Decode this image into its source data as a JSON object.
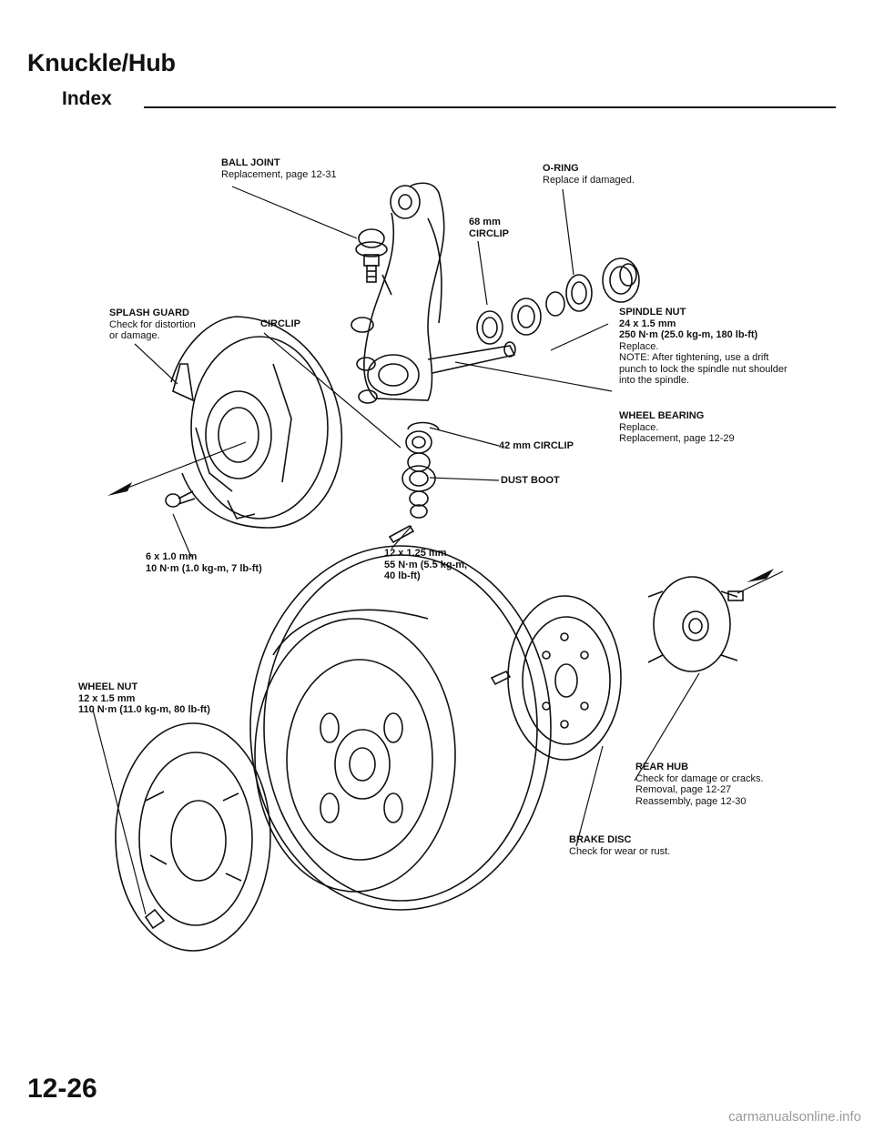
{
  "page": {
    "title": "Knuckle/Hub",
    "subtitle": "Index",
    "page_number": "12-26",
    "watermark": "carmanualsonline.info"
  },
  "labels": {
    "ball_joint": {
      "heading": "BALL JOINT",
      "lines": [
        "Replacement, page 12-31"
      ]
    },
    "o_ring": {
      "heading": "O-RING",
      "lines": [
        "Replace if damaged."
      ]
    },
    "circlip_68": {
      "heading": "68 mm",
      "lines": [
        "CIRCLIP"
      ]
    },
    "splash_guard": {
      "heading": "SPLASH GUARD",
      "lines": [
        "Check for distortion",
        "or damage."
      ]
    },
    "circlip": {
      "heading": "CIRCLIP",
      "lines": []
    },
    "spindle_nut": {
      "heading": "SPINDLE NUT",
      "bold_lines": [
        "24 x 1.5 mm",
        "250 N·m (25.0 kg-m, 180 lb-ft)"
      ],
      "lines": [
        "Replace.",
        "NOTE:  After tightening, use a drift",
        "punch to lock the spindle nut shoulder",
        "into the spindle."
      ]
    },
    "wheel_bearing": {
      "heading": "WHEEL BEARING",
      "lines": [
        "Replace.",
        "Replacement, page 12-29"
      ]
    },
    "circlip_42": {
      "heading": "42 mm CIRCLIP",
      "lines": []
    },
    "dust_boot": {
      "heading": "DUST BOOT",
      "lines": []
    },
    "bolt_6": {
      "heading": "6 x 1.0 mm",
      "bold_lines": [
        "10 N·m (1.0 kg-m, 7 lb-ft)"
      ]
    },
    "bolt_12": {
      "heading": "12 x 1.25 mm",
      "bold_lines": [
        "55 N·m (5.5 kg-m,",
        "40 lb-ft)"
      ]
    },
    "wheel_nut": {
      "heading": "WHEEL NUT",
      "bold_lines": [
        "12 x 1.5 mm",
        "110 N·m (11.0 kg-m, 80 lb-ft)"
      ]
    },
    "rear_hub": {
      "heading": "REAR HUB",
      "lines": [
        "Check for damage or cracks.",
        "Removal, page 12-27",
        "Reassembly, page 12-30"
      ]
    },
    "brake_disc": {
      "heading": "BRAKE DISC",
      "lines": [
        "Check for wear or rust."
      ]
    }
  }
}
